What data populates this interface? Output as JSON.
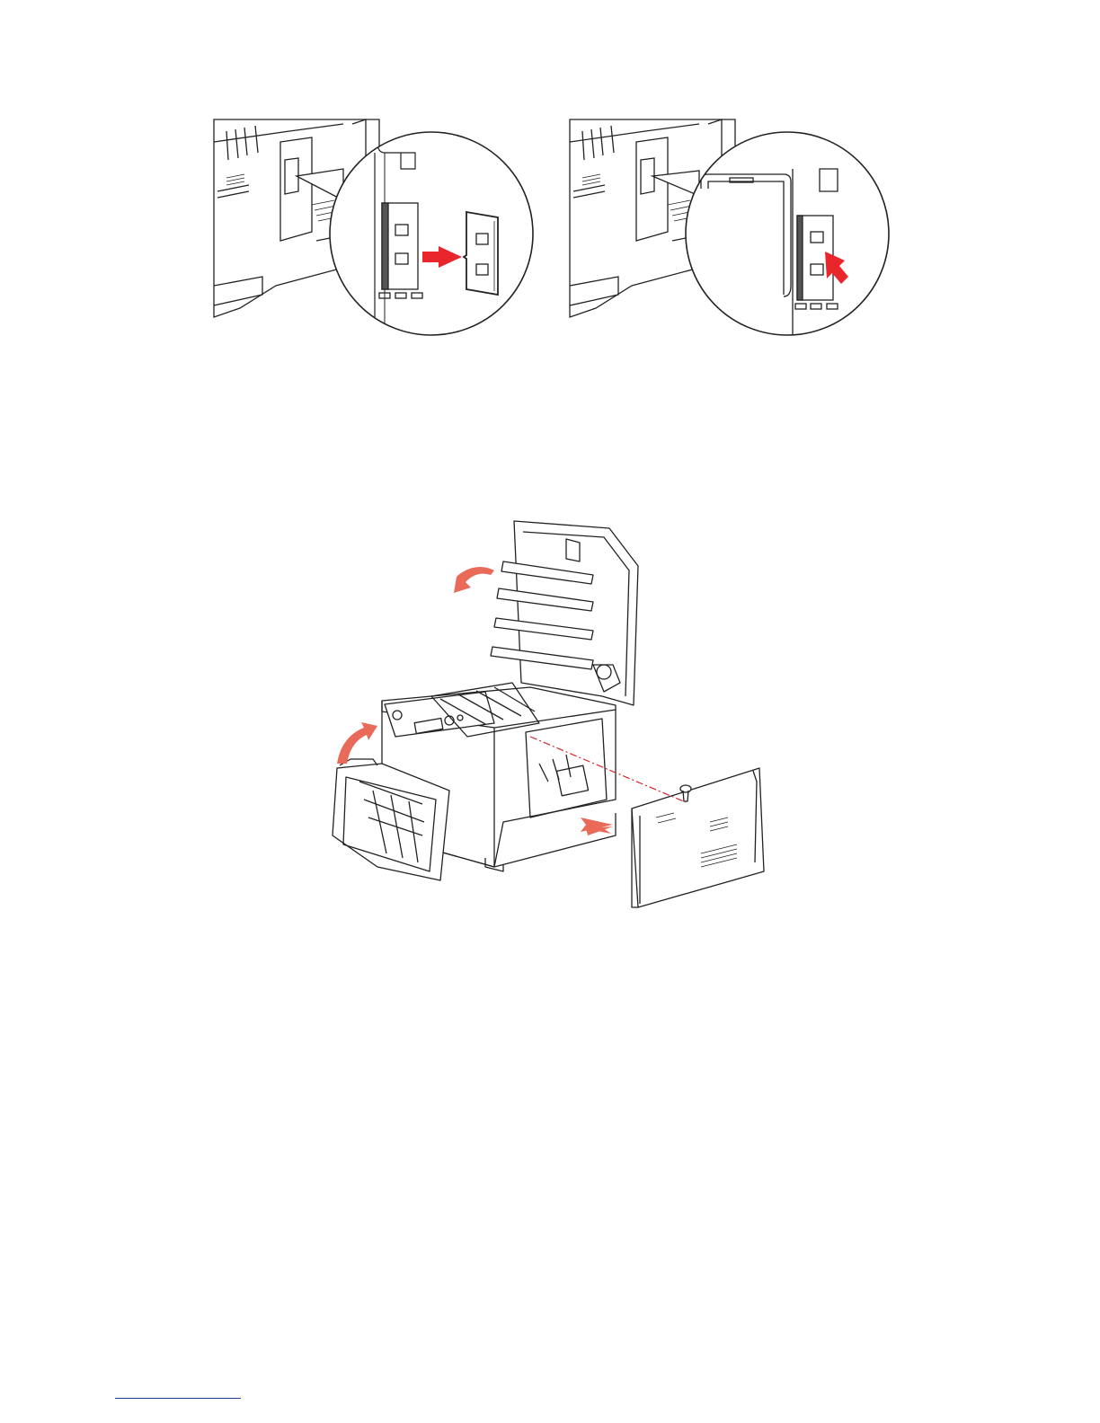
{
  "document": {
    "figures": [
      {
        "id": "memory-insert",
        "kind": "illustration",
        "arrow_color": "#e8262c"
      },
      {
        "id": "memory-press-down",
        "kind": "illustration",
        "arrow_color": "#e8262c"
      },
      {
        "id": "printer-open-side-panel",
        "kind": "illustration",
        "arrow_color": "#ea6a5a",
        "guide_color": "#d6262c"
      }
    ],
    "footnote_rule_color": "#1f3f9f"
  }
}
